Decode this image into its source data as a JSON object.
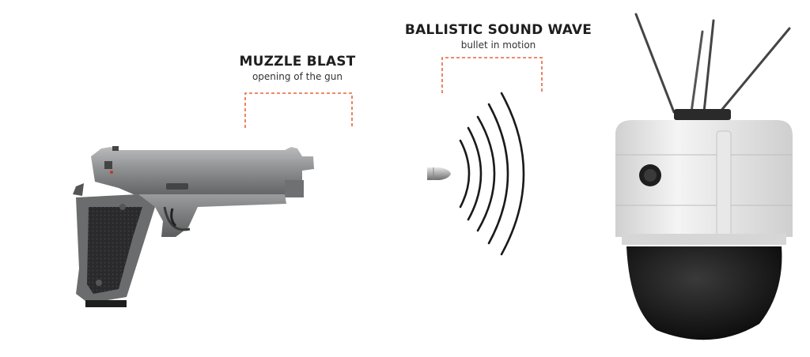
{
  "muzzle_blast": {
    "title": "MUZZLE BLAST",
    "subtitle": "opening of the gun"
  },
  "ballistic_wave": {
    "title": "BALLISTIC SOUND WAVE",
    "subtitle": "bullet in motion"
  },
  "colors": {
    "bracket": "#e8643a",
    "text": "#1e1e1e",
    "sensor_body": "#e4e4e4",
    "foam": "#111111",
    "gun_slide": "#8a8c8e"
  },
  "icons": [
    "pistol-icon",
    "bullet-icon",
    "sound-wave-icon",
    "acoustic-sensor-icon"
  ]
}
